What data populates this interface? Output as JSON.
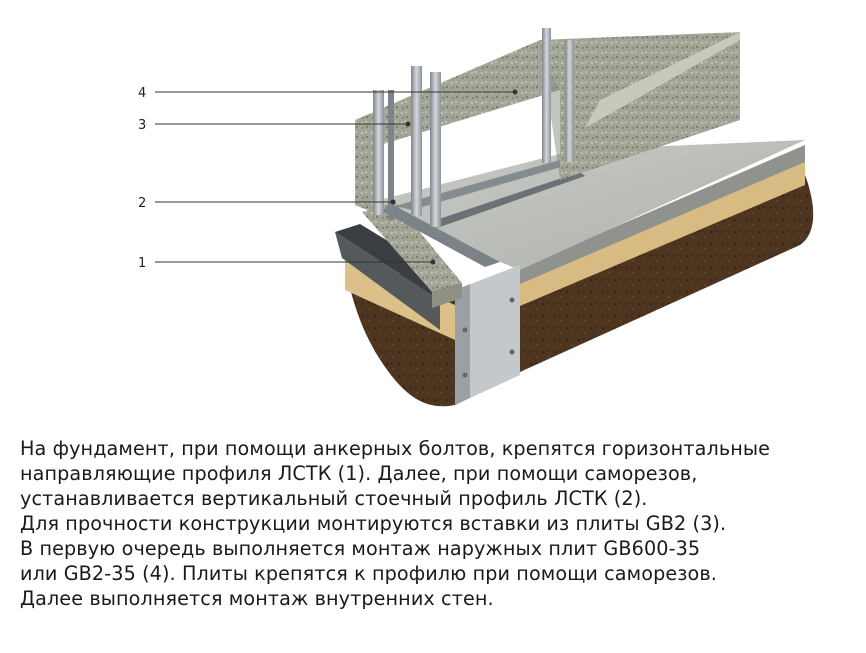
{
  "callouts": [
    {
      "label": "4"
    },
    {
      "label": "3"
    },
    {
      "label": "2"
    },
    {
      "label": "1"
    }
  ],
  "description": [
    "На фундамент, при помощи анкерных болтов, крепятся горизонтальные",
    "направляющие профиля ЛСТК (1). Далее, при помощи саморезов,",
    "устанавливается вертикальный стоечный профиль ЛСТК (2).",
    "Для прочности конструкции монтируются вставки из плиты GB2 (3).",
    "В первую очередь выполняется монтаж наружных плит GB600-35",
    "или GB2-35 (4). Плиты крепятся к профилю при помощи саморезов.",
    "Далее выполняется монтаж внутренних стен."
  ],
  "colors": {
    "soil": "#4a3320",
    "sand": "#d9bf8c",
    "concrete": "#b9bcb8",
    "board": "#9ea092",
    "steel": "#a9b0b6"
  }
}
